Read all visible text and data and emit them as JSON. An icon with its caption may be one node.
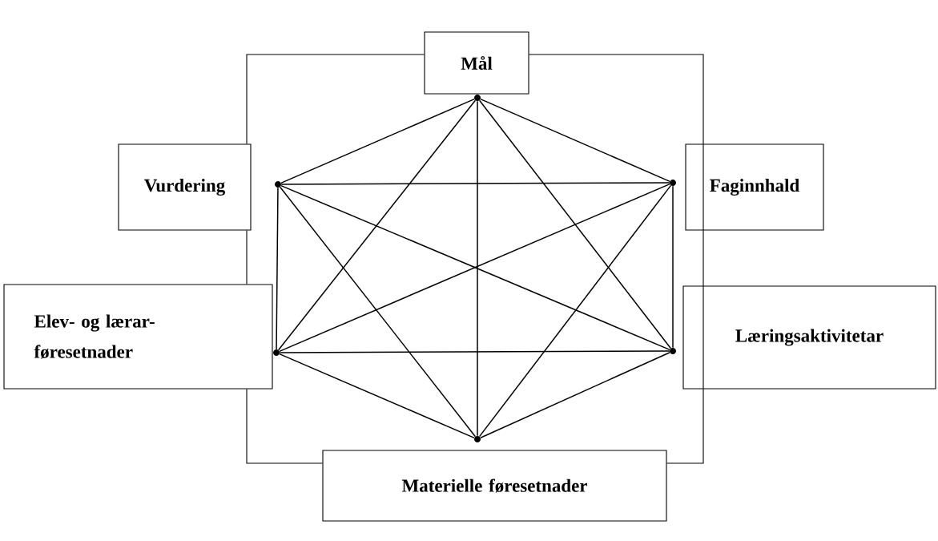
{
  "diagram": {
    "nodes": [
      {
        "text": [
          "Mål"
        ]
      },
      {
        "text": [
          "Vurdering"
        ]
      },
      {
        "text": [
          "Faginnhald"
        ]
      },
      {
        "text": [
          "Elev- og lærar-føresetnader"
        ]
      },
      {
        "text": [
          "Læringsaktivitetar"
        ]
      },
      {
        "text": [
          "Materielle føresetnader"
        ]
      },
      {
        "text": [],
        "shape": "circle"
      },
      {
        "text": [],
        "shape": "circle"
      },
      {
        "text": [],
        "shape": "circle"
      },
      {
        "text": [],
        "shape": "circle"
      },
      {
        "text": [],
        "shape": "circle"
      },
      {
        "text": [],
        "shape": "circle"
      }
    ],
    "edges": [
      {
        "from": 0,
        "to": 1,
        "arrow": "none"
      },
      {
        "from": 1,
        "to": 3,
        "arrow": "none"
      },
      {
        "from": 3,
        "to": 5,
        "arrow": "none"
      },
      {
        "from": 5,
        "to": 4,
        "arrow": "none"
      },
      {
        "from": 4,
        "to": 2,
        "arrow": "none"
      },
      {
        "from": 2,
        "to": 0,
        "arrow": "none"
      },
      {
        "from": 6,
        "to": 7,
        "arrow": "none"
      },
      {
        "from": 6,
        "to": 8,
        "arrow": "none"
      },
      {
        "from": 6,
        "to": 9,
        "arrow": "none"
      },
      {
        "from": 6,
        "to": 10,
        "arrow": "none"
      },
      {
        "from": 6,
        "to": 11,
        "arrow": "none"
      },
      {
        "from": 7,
        "to": 8,
        "arrow": "none"
      },
      {
        "from": 7,
        "to": 9,
        "arrow": "none"
      },
      {
        "from": 7,
        "to": 10,
        "arrow": "none"
      },
      {
        "from": 7,
        "to": 11,
        "arrow": "none"
      },
      {
        "from": 8,
        "to": 9,
        "arrow": "none"
      },
      {
        "from": 8,
        "to": 10,
        "arrow": "none"
      },
      {
        "from": 8,
        "to": 11,
        "arrow": "none"
      },
      {
        "from": 9,
        "to": 10,
        "arrow": "none"
      },
      {
        "from": 9,
        "to": 11,
        "arrow": "none"
      },
      {
        "from": 10,
        "to": 11,
        "arrow": "none"
      }
    ]
  }
}
